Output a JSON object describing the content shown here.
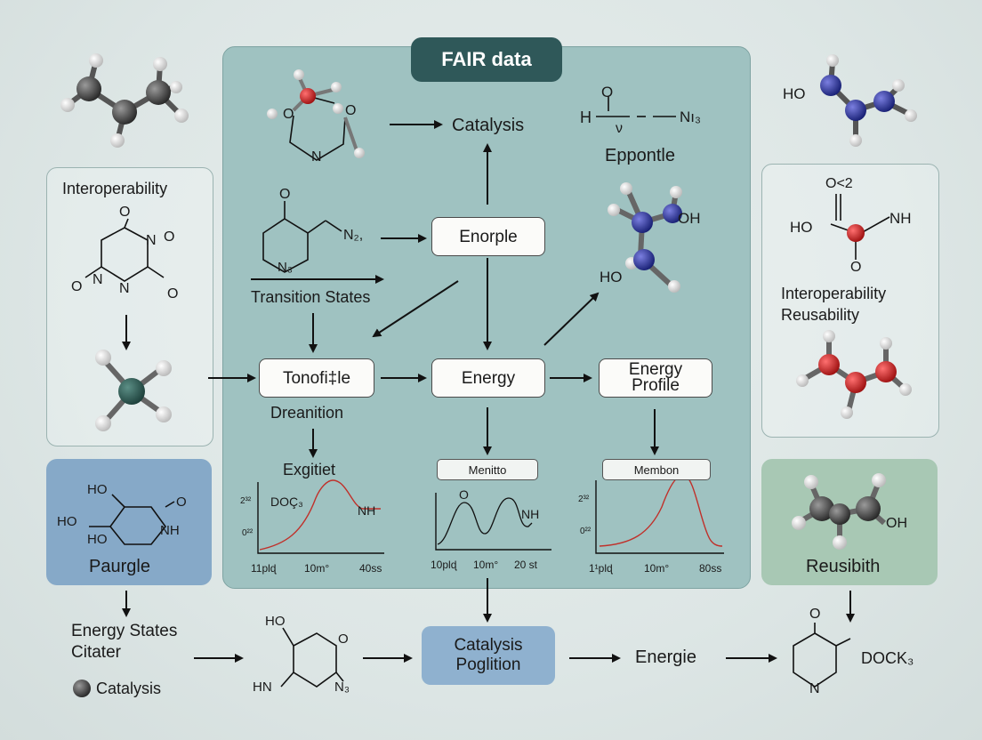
{
  "title": "FAIR data",
  "top_center": {
    "catalysis": "Catalysis",
    "formula": {
      "O": "O",
      "H": "H",
      "N3": "Nı₃",
      "bottom": "ν"
    },
    "epponttle": "Eppontle"
  },
  "structures": {
    "ring_N": "N",
    "n2": "N₂,",
    "n3": "N₃",
    "O": "O",
    "ho": "HO",
    "oh": "OH",
    "nh": "NH",
    "o2": "O˂2"
  },
  "left_panel": {
    "title": "Interoperability",
    "atoms": {
      "o_top": "O",
      "n_right": "N",
      "o_right": "O",
      "o_left": "O",
      "n_left": "N",
      "n_bot": "N",
      "o_bot": "O"
    }
  },
  "flow": {
    "transition_states": "Transition States",
    "enorple": "Enorple",
    "tonofitle": "Tonofi‡le",
    "dreanition": "Dreanition",
    "energy": "Energy",
    "energy_profile_l1": "Energy",
    "energy_profile_l2": "Profile",
    "exgitiet": "Exgitiet",
    "menitto": "Menitto",
    "membon": "Membon"
  },
  "right_panel": {
    "text_l1": "Interoperability",
    "text_l2": "Reusability",
    "o2": "O˂2",
    "ho": "HO",
    "nh": "NH",
    "o": "O"
  },
  "charts": [
    {
      "ytop": "2³²",
      "ybot": "0²²",
      "x1": "11plɖ",
      "x2": "10m°",
      "x3": "40ss",
      "labels": [
        "DOÇ₃",
        "NH"
      ]
    },
    {
      "x1": "10plɖ",
      "x2": "10m°",
      "x3": "20 st",
      "labels": [
        "O",
        "NH"
      ]
    },
    {
      "ytop": "2³²",
      "ybot": "0²²",
      "x1": "1¹plɖ",
      "x2": "10m°",
      "x3": "80sѕ"
    }
  ],
  "blue_panel": {
    "label": "Paurgle",
    "ho1": "HO",
    "ho2": "HO",
    "ho3": "HO",
    "o": "O",
    "nh": "NH"
  },
  "green_panel": {
    "label": "Reusibith",
    "oh": "OH"
  },
  "bottom": {
    "energy_states_l1": "Energy Stateѕ",
    "energy_states_l2": "Citater",
    "catalysis_legend": "Catalysis",
    "mol_ho": "HO",
    "mol_o": "O",
    "mol_hn": "HN",
    "mol_n3": "N₃",
    "catalysis_poglition_l1": "Catalysis",
    "catalysis_poglition_l2": "Poglition",
    "energie": "Energie",
    "pyridone_o": "O",
    "pyridone_n": "N",
    "dock3": "DOCK₃"
  },
  "colors": {
    "main_panel": "#9fc2c1",
    "fair_header": "#2f5859",
    "blue_panel": "#86a9c8",
    "green_panel": "#a8c8b4",
    "catalysis_poglition": "#8fb1cf",
    "curve": "#c0302a"
  }
}
